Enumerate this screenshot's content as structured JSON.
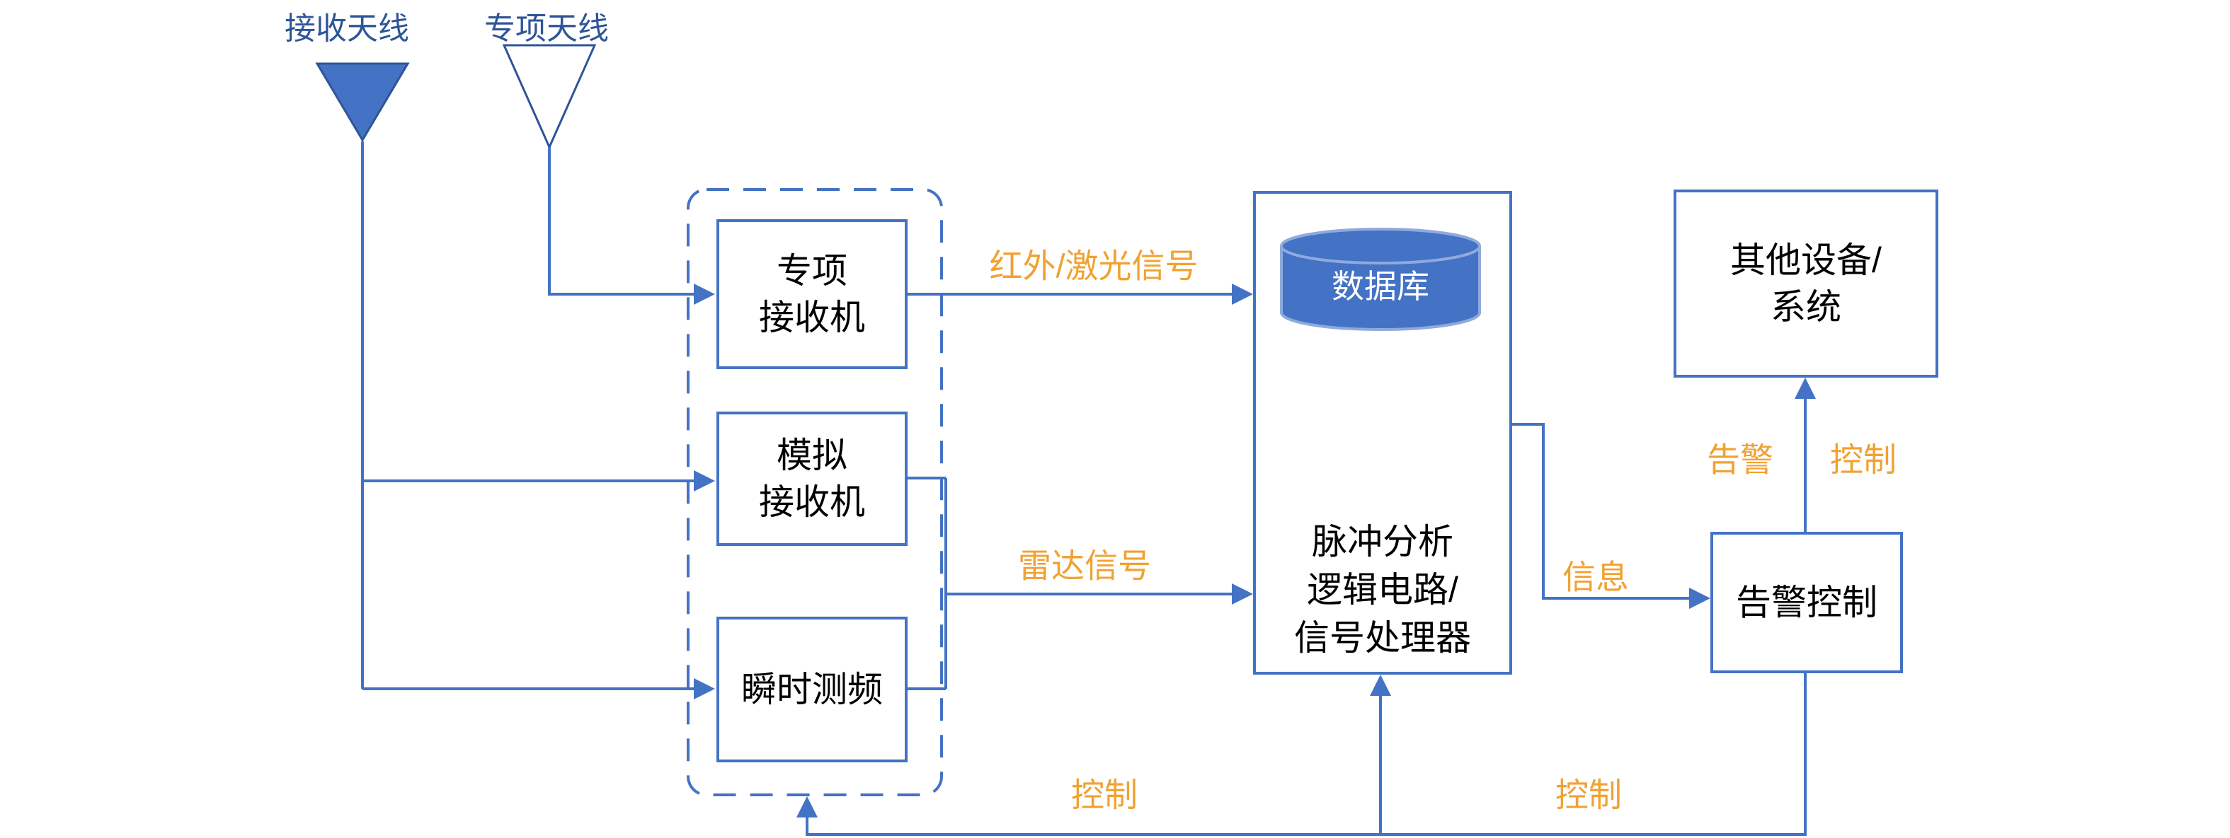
{
  "antennas": {
    "receive": "接收天线",
    "special": "专项天线"
  },
  "nodes": {
    "special_receiver": {
      "line1": "专项",
      "line2": "接收机"
    },
    "analog_receiver": {
      "line1": "模拟",
      "line2": "接收机"
    },
    "ifm": {
      "label": "瞬时测频"
    },
    "database": {
      "label": "数据库"
    },
    "processor": {
      "line1": "脉冲分析",
      "line2": "逻辑电路/",
      "line3": "信号处理器"
    },
    "alarm_control": {
      "label": "告警控制"
    },
    "other_systems": {
      "line1": "其他设备/",
      "line2": "系统"
    }
  },
  "edge_labels": {
    "ir_laser": "红外/激光信号",
    "radar": "雷达信号",
    "info": "信息",
    "alarm": "告警",
    "control_to_other": "控制",
    "control_feedback_left": "控制",
    "control_feedback_right": "控制"
  },
  "colors": {
    "line_blue": "#4472C4",
    "border_dark_blue": "#2F5597",
    "label_orange": "#F0A232",
    "antenna_fill": "#4472C4",
    "database_fill": "#4472C4",
    "database_outline": "#8FAADC",
    "text": "#000000",
    "background": "#FFFFFF"
  }
}
